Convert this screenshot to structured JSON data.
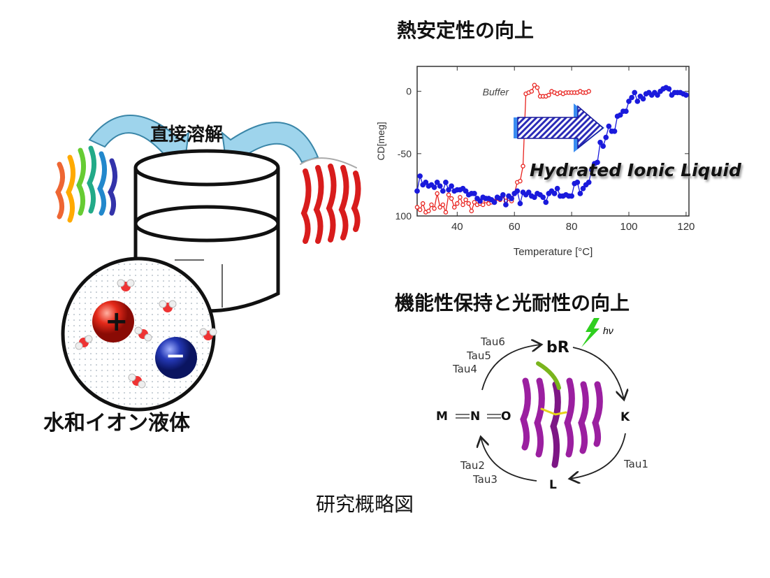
{
  "left": {
    "dissolve_label": "直接溶解",
    "liquid_label": "水和イオン液体",
    "cation_sign": "+",
    "anion_sign": "−"
  },
  "top_right": {
    "title": "熱安定性の向上",
    "arrow_label": "Hydrated Ionic Liquid"
  },
  "bottom_right": {
    "title": "機能性保持と光耐性の向上",
    "states": {
      "bR": "bR",
      "K": "K",
      "L": "L",
      "M": "M",
      "N": "N",
      "O": "O"
    },
    "light": "hν",
    "tau": {
      "tau1": "Tau1",
      "tau2": "Tau2",
      "tau3": "Tau3",
      "tau4": "Tau4",
      "tau5": "Tau5",
      "tau6": "Tau6"
    }
  },
  "caption": "研究概略図",
  "colors": {
    "buffer": "#e8231f",
    "hil": "#1a1adc",
    "arrow": "#2d6bd6",
    "protein": "#9b1fa0"
  },
  "chart_data": {
    "type": "line",
    "title": "",
    "xlabel": "Temperature [°C]",
    "ylabel": "CD[meg]",
    "xlim": [
      26,
      121
    ],
    "ylim": [
      -100,
      20
    ],
    "xticks": [
      40,
      60,
      80,
      100,
      120
    ],
    "yticks": [
      {
        "value": 0,
        "label": "0"
      },
      {
        "value": -50,
        "label": "-50"
      },
      {
        "value": -100,
        "label": "100"
      }
    ],
    "series": [
      {
        "name": "Buffer",
        "label": "Buffer",
        "x": [
          26,
          27,
          28,
          29,
          30,
          31,
          32,
          33,
          34,
          35,
          36,
          37,
          38,
          39,
          40,
          41,
          42,
          43,
          44,
          45,
          46,
          47,
          48,
          49,
          50,
          51,
          52,
          53,
          54,
          55,
          56,
          57,
          58,
          59,
          60,
          61,
          62,
          63,
          64,
          65,
          66,
          67,
          68,
          69,
          70,
          71,
          72,
          73,
          74,
          75,
          76,
          77,
          78,
          79,
          80,
          81,
          82,
          83,
          84,
          85,
          86
        ],
        "y": [
          -93,
          -95,
          -90,
          -97,
          -96,
          -91,
          -94,
          -82,
          -93,
          -91,
          -97,
          -83,
          -86,
          -93,
          -90,
          -85,
          -91,
          -87,
          -90,
          -96,
          -89,
          -91,
          -90,
          -91,
          -88,
          -90,
          -89,
          -88,
          -86,
          -87,
          -84,
          -88,
          -86,
          -88,
          -82,
          -73,
          -72,
          -60,
          -2,
          -1,
          0,
          5,
          3,
          -4,
          -4,
          -4,
          -3,
          0,
          -1,
          -2,
          -1,
          -2,
          -1,
          -1,
          -1,
          -1,
          -1,
          0,
          -1,
          -1,
          0
        ]
      },
      {
        "name": "Hydrated Ionic Liquid",
        "x": [
          26,
          27,
          28,
          29,
          30,
          31,
          32,
          33,
          34,
          35,
          36,
          37,
          38,
          39,
          40,
          41,
          42,
          43,
          44,
          45,
          46,
          47,
          48,
          49,
          50,
          51,
          52,
          53,
          54,
          55,
          56,
          57,
          58,
          59,
          60,
          61,
          62,
          63,
          64,
          65,
          66,
          67,
          68,
          69,
          70,
          71,
          72,
          73,
          74,
          75,
          76,
          77,
          78,
          79,
          80,
          81,
          82,
          83,
          84,
          85,
          86,
          87,
          88,
          89,
          90,
          91,
          92,
          93,
          94,
          95,
          96,
          97,
          98,
          99,
          100,
          101,
          102,
          103,
          104,
          105,
          106,
          107,
          108,
          109,
          110,
          111,
          112,
          113,
          114,
          115,
          116,
          117,
          118,
          119,
          120
        ],
        "y": [
          -80,
          -68,
          -75,
          -73,
          -76,
          -75,
          -77,
          -73,
          -76,
          -80,
          -73,
          -79,
          -76,
          -80,
          -79,
          -79,
          -78,
          -80,
          -83,
          -82,
          -82,
          -86,
          -88,
          -85,
          -86,
          -86,
          -87,
          -89,
          -85,
          -86,
          -83,
          -91,
          -84,
          -86,
          -82,
          -80,
          -90,
          -81,
          -83,
          -81,
          -84,
          -85,
          -82,
          -83,
          -85,
          -89,
          -82,
          -80,
          -82,
          -78,
          -84,
          -84,
          -83,
          -84,
          -84,
          -74,
          -73,
          -82,
          -78,
          -75,
          -73,
          -63,
          -58,
          -57,
          -41,
          -44,
          -37,
          -28,
          -32,
          -32,
          -20,
          -19,
          -16,
          -16,
          -8,
          -5,
          -1,
          -8,
          -4,
          -6,
          -2,
          -1,
          -3,
          -1,
          -3,
          0,
          2,
          3,
          2,
          -3,
          -1,
          -1,
          -1,
          -2,
          -3
        ]
      }
    ]
  }
}
